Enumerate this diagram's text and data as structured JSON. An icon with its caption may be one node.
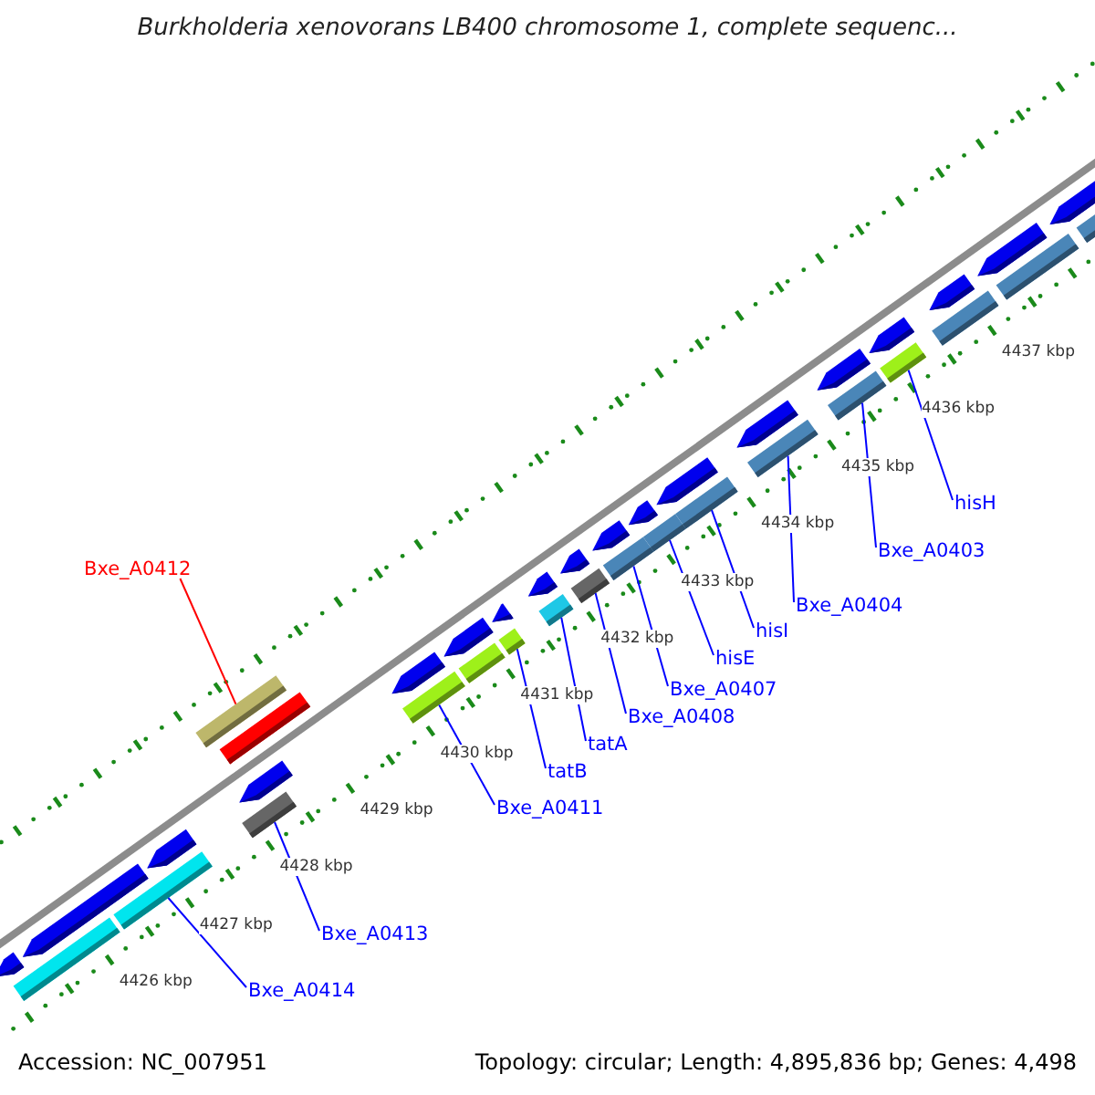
{
  "diagram": {
    "title": "Burkholderia xenovorans LB400 chromosome 1, complete sequenc...",
    "nodes": [
      {
        "text": [
          "Bxe_A0412"
        ]
      },
      {
        "text": [
          "Bxe_A0414"
        ]
      },
      {
        "text": [
          "Bxe_A0413"
        ]
      },
      {
        "text": [
          "Bxe_A0411"
        ]
      },
      {
        "text": [
          "tatB"
        ]
      },
      {
        "text": [
          "tatA"
        ]
      },
      {
        "text": [
          "Bxe_A0408"
        ]
      },
      {
        "text": [
          "Bxe_A0407"
        ]
      },
      {
        "text": [
          "hisE"
        ]
      },
      {
        "text": [
          "hisI"
        ]
      },
      {
        "text": [
          "Bxe_A0404"
        ]
      },
      {
        "text": [
          "Bxe_A0403"
        ]
      },
      {
        "text": [
          "hisH"
        ]
      },
      {
        "text": [],
        "shape": "bar"
      },
      {
        "text": [],
        "shape": "bar"
      },
      {
        "text": [],
        "shape": "bar"
      },
      {
        "text": [],
        "shape": "bar"
      },
      {
        "text": [],
        "shape": "bar"
      },
      {
        "text": [],
        "shape": "bar"
      },
      {
        "text": [],
        "shape": "bar"
      },
      {
        "text": [],
        "shape": "bar"
      },
      {
        "text": [],
        "shape": "bar"
      },
      {
        "text": [],
        "shape": "bar"
      },
      {
        "text": [],
        "shape": "bar"
      },
      {
        "text": [],
        "shape": "bar"
      },
      {
        "text": [],
        "shape": "bar"
      },
      {
        "text": [],
        "shape": "arrow"
      },
      {
        "text": [],
        "shape": "arrow"
      },
      {
        "text": [],
        "shape": "arrow"
      },
      {
        "text": [],
        "shape": "arrow"
      },
      {
        "text": [],
        "shape": "arrow"
      },
      {
        "text": [],
        "shape": "arrow"
      },
      {
        "text": [],
        "shape": "arrow"
      },
      {
        "text": [],
        "shape": "arrow"
      },
      {
        "text": [],
        "shape": "arrow"
      },
      {
        "text": [],
        "shape": "arrow"
      },
      {
        "text": [],
        "shape": "arrow"
      },
      {
        "text": [],
        "shape": "arrow"
      },
      {
        "text": [],
        "shape": "arrow"
      },
      {
        "text": [],
        "shape": "arrow"
      },
      {
        "text": [],
        "shape": "arrow"
      },
      {
        "text": [],
        "shape": "arrow"
      },
      {
        "text": [],
        "shape": "arrow"
      },
      {
        "text": [],
        "shape": "arrow"
      },
      {
        "text": [],
        "shape": "bar"
      },
      {
        "text": [],
        "shape": "bar"
      },
      {
        "text": [],
        "shape": "bar"
      },
      {
        "text": [],
        "shape": "bar"
      },
      {
        "text": [],
        "shape": "bar"
      },
      {
        "text": [],
        "shape": "bar"
      }
    ],
    "edges": [
      {
        "from": 0,
        "to": 13,
        "arrow": "none",
        "color": "#ff0000"
      },
      {
        "from": 1,
        "to": 14,
        "arrow": "none"
      },
      {
        "from": 2,
        "to": 15,
        "arrow": "none"
      },
      {
        "from": 3,
        "to": 16,
        "arrow": "none"
      },
      {
        "from": 4,
        "to": 17,
        "arrow": "none"
      },
      {
        "from": 5,
        "to": 18,
        "arrow": "none"
      },
      {
        "from": 6,
        "to": 19,
        "arrow": "none"
      },
      {
        "from": 7,
        "to": 20,
        "arrow": "none"
      },
      {
        "from": 8,
        "to": 21,
        "arrow": "none"
      },
      {
        "from": 9,
        "to": 22,
        "arrow": "none"
      },
      {
        "from": 10,
        "to": 23,
        "arrow": "none"
      },
      {
        "from": 11,
        "to": 24,
        "arrow": "none"
      },
      {
        "from": 12,
        "to": 25,
        "arrow": "none"
      }
    ],
    "labels": [
      "4426 kbp",
      "4427 kbp",
      "4428 kbp",
      "4429 kbp",
      "4430 kbp",
      "4431 kbp",
      "4432 kbp",
      "4433 kbp",
      "4434 kbp",
      "4435 kbp",
      "4436 kbp",
      "4437 kbp",
      "Accession: NC_007951",
      "Topology: circular; Length: 4,895,836 bp; Genes: 4,498"
    ]
  }
}
